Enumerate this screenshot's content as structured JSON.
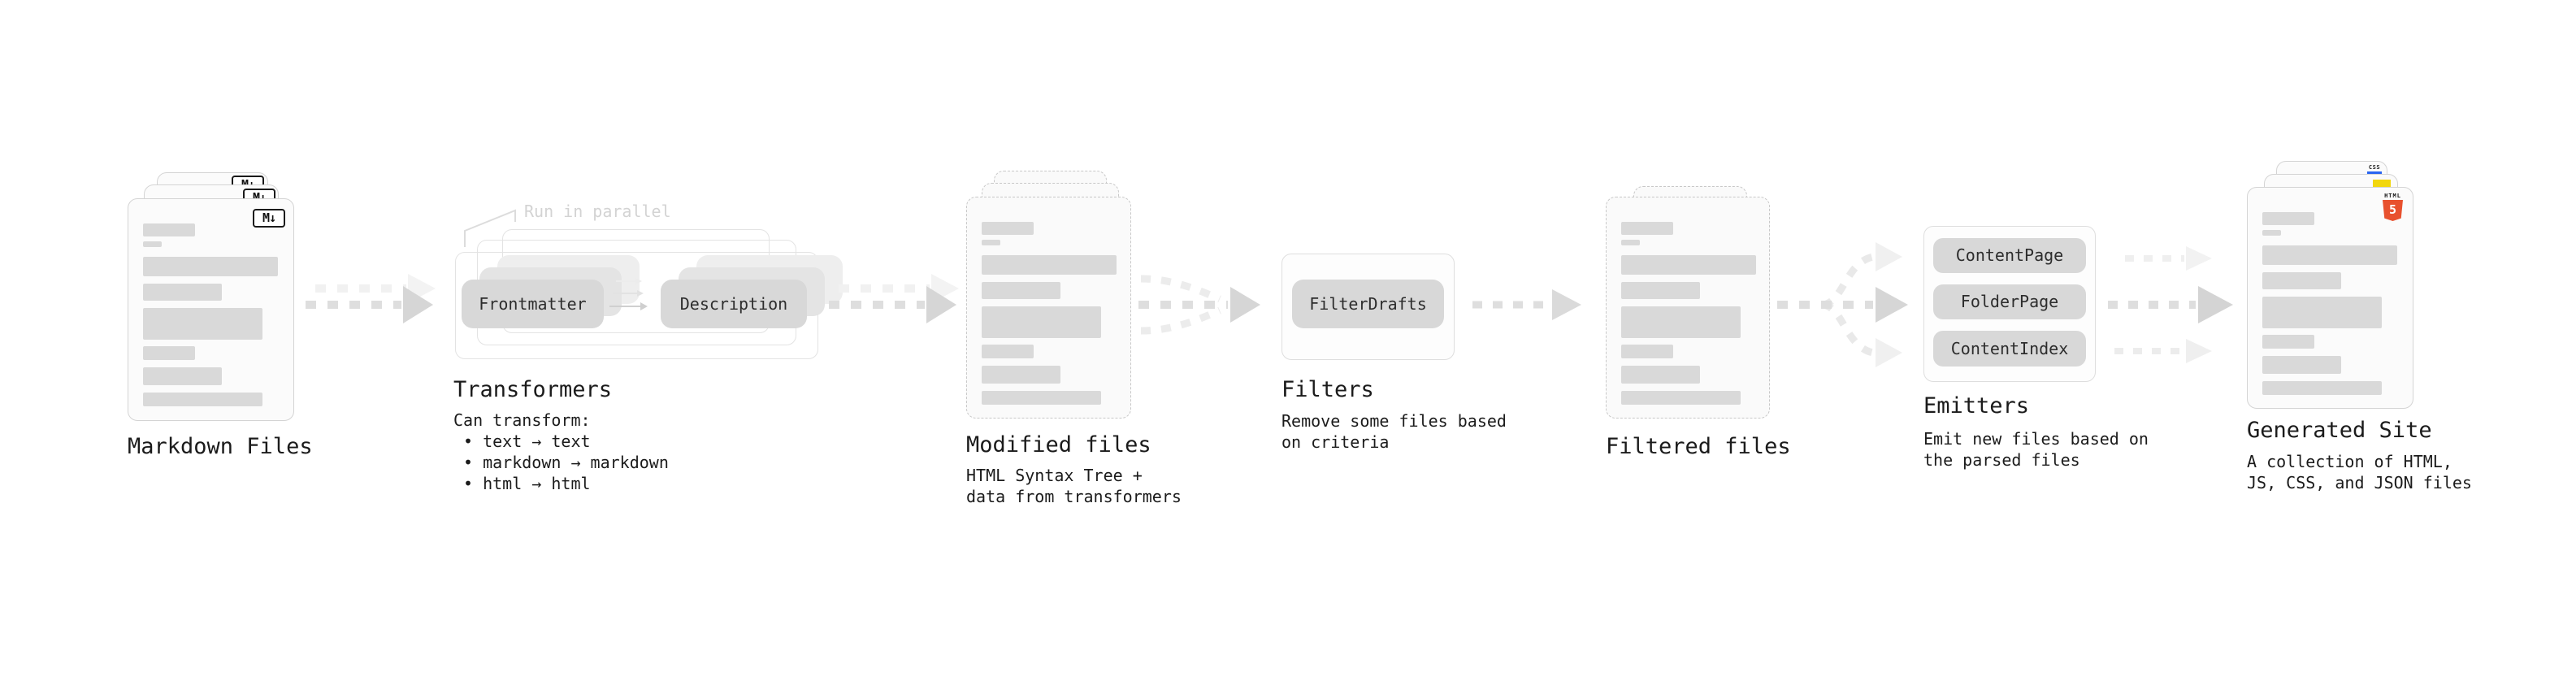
{
  "diagram": {
    "stages": {
      "markdown_files": {
        "title": "Markdown Files",
        "badge": "M↓"
      },
      "transformers": {
        "title": "Transformers",
        "annotation": "Run in parallel",
        "pill_frontmatter": "Frontmatter",
        "pill_description": "Description",
        "desc_line1": "Can transform:",
        "desc_line2": "• text → text",
        "desc_line3": "• markdown → markdown",
        "desc_line4": "• html → html"
      },
      "modified_files": {
        "title": "Modified files",
        "desc_line1": "HTML Syntax Tree +",
        "desc_line2": "data from transformers"
      },
      "filters": {
        "title": "Filters",
        "pill_filterdrafts": "FilterDrafts",
        "desc_line1": "Remove some files based",
        "desc_line2": "on criteria"
      },
      "filtered_files": {
        "title": "Filtered files"
      },
      "emitters": {
        "title": "Emitters",
        "pill_contentpage": "ContentPage",
        "pill_folderpage": "FolderPage",
        "pill_contentindex": "ContentIndex",
        "desc_line1": "Emit new files based on",
        "desc_line2": "the parsed files"
      },
      "generated_site": {
        "title": "Generated Site",
        "desc_line1": "A collection of HTML,",
        "desc_line2": "JS, CSS, and JSON files",
        "css_badge_label": "CSS",
        "html5_badge_label": "HTML",
        "html5_badge_number": "5"
      }
    },
    "colors": {
      "accent_html5_orange": "#e8512e",
      "accent_js_yellow": "#f2d70e",
      "accent_css_blue": "#2965f1",
      "card_border": "#d4d4d4",
      "placeholder_bar": "#d9d9d9",
      "pill_background": "#d8d8d8",
      "arrow_gray": "#dedede"
    }
  }
}
